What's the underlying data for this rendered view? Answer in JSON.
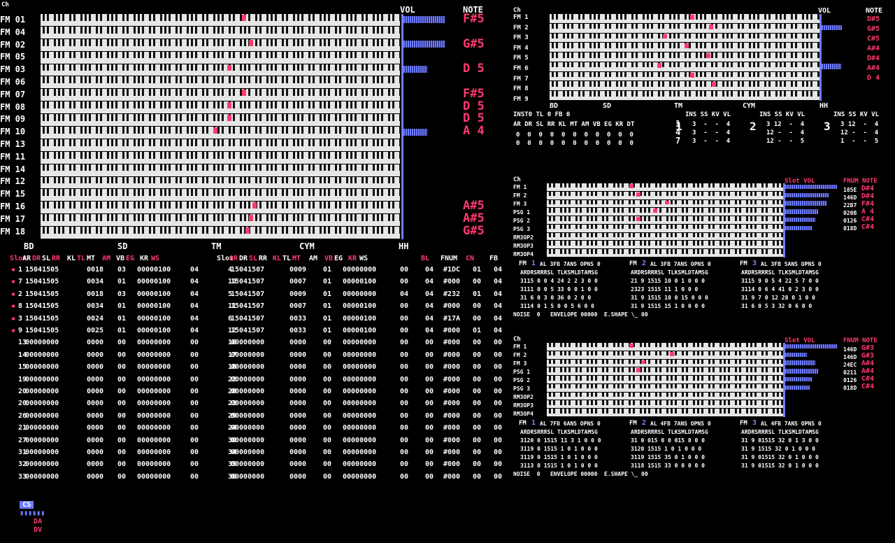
{
  "left": {
    "ch_header": "Ch",
    "channels": [
      "FM 01",
      "FM 04",
      "FM 02",
      "FM 05",
      "FM 03",
      "FM 06",
      "FM 07",
      "FM 08",
      "FM 09",
      "FM 10",
      "FM 13",
      "FM 11",
      "FM 14",
      "FM 12",
      "FM 15",
      "FM 16",
      "FM 17",
      "FM 18"
    ],
    "vol_label": "VOL",
    "note_label": "NOTE",
    "notes": [
      "F#5",
      "G#5",
      "D 5",
      "F#5",
      "D 5",
      "D 5",
      "A 4",
      "A#5",
      "A#5",
      "G#5"
    ],
    "drums": [
      "BD",
      "SD",
      "TM",
      "CYM",
      "HH"
    ],
    "col_headers": [
      "Slot",
      "AR",
      "DR",
      "SL",
      "RR",
      "KL",
      "TL",
      "MT",
      "AM",
      "VB",
      "EG",
      "KR",
      "WS",
      "Slot",
      "AR",
      "DR",
      "SL",
      "RR",
      "KL",
      "TL",
      "MT",
      "AM",
      "VB",
      "EG",
      "KR",
      "WS",
      "BL",
      "FNUM",
      "CN",
      "FB"
    ],
    "slot_rows": [
      [
        "1",
        "15041505",
        "0018",
        "03",
        "00000100",
        "04",
        "4",
        "15041507",
        "0009",
        "01",
        "00000000",
        "00",
        "04",
        "#1DC",
        "01",
        "04"
      ],
      [
        "7",
        "15041505",
        "0034",
        "01",
        "00000100",
        "04",
        "10",
        "15041507",
        "0007",
        "01",
        "00000100",
        "00",
        "04",
        "#000",
        "00",
        "04"
      ],
      [
        "2",
        "15041505",
        "0018",
        "03",
        "00000100",
        "04",
        "5",
        "15041507",
        "0009",
        "01",
        "00000000",
        "04",
        "04",
        "#232",
        "01",
        "04"
      ],
      [
        "8",
        "15041505",
        "0034",
        "01",
        "00000100",
        "04",
        "11",
        "15041507",
        "0007",
        "01",
        "00000100",
        "00",
        "04",
        "#000",
        "00",
        "04"
      ],
      [
        "3",
        "15041505",
        "0024",
        "01",
        "00000100",
        "04",
        "6",
        "15041507",
        "0033",
        "01",
        "00000100",
        "00",
        "04",
        "#17A",
        "00",
        "04"
      ],
      [
        "9",
        "15041505",
        "0025",
        "01",
        "00000100",
        "04",
        "12",
        "15041507",
        "0033",
        "01",
        "00000100",
        "00",
        "04",
        "#000",
        "01",
        "04"
      ],
      [
        "13",
        "00000000",
        "0000",
        "00",
        "00000000",
        "00",
        "16",
        "00000000",
        "0000",
        "00",
        "00000000",
        "00",
        "00",
        "#000",
        "00",
        "00"
      ],
      [
        "14",
        "00000000",
        "0000",
        "00",
        "00000000",
        "00",
        "17",
        "00000000",
        "0000",
        "00",
        "00000000",
        "00",
        "00",
        "#000",
        "00",
        "00"
      ],
      [
        "15",
        "00000000",
        "0000",
        "00",
        "00000000",
        "00",
        "18",
        "00000000",
        "0000",
        "00",
        "00000000",
        "00",
        "00",
        "#000",
        "00",
        "00"
      ],
      [
        "19",
        "00000000",
        "0000",
        "00",
        "00000000",
        "00",
        "22",
        "00000000",
        "0000",
        "00",
        "00000000",
        "00",
        "00",
        "#000",
        "00",
        "00"
      ],
      [
        "20",
        "00000000",
        "0000",
        "00",
        "00000000",
        "00",
        "28",
        "00000000",
        "0000",
        "00",
        "00000000",
        "00",
        "00",
        "#000",
        "00",
        "00"
      ],
      [
        "20",
        "00000000",
        "0000",
        "00",
        "00000000",
        "00",
        "23",
        "00000000",
        "0000",
        "00",
        "00000000",
        "00",
        "00",
        "#000",
        "00",
        "00"
      ],
      [
        "26",
        "00000000",
        "0000",
        "00",
        "00000000",
        "00",
        "29",
        "00000000",
        "0000",
        "00",
        "00000000",
        "00",
        "00",
        "#000",
        "00",
        "00"
      ],
      [
        "21",
        "00000000",
        "0000",
        "00",
        "00000000",
        "00",
        "24",
        "00000000",
        "0000",
        "00",
        "00000000",
        "00",
        "00",
        "#000",
        "00",
        "00"
      ],
      [
        "27",
        "00000000",
        "0000",
        "00",
        "00000000",
        "00",
        "30",
        "00000000",
        "0000",
        "00",
        "00000000",
        "00",
        "00",
        "#000",
        "00",
        "00"
      ],
      [
        "31",
        "00000000",
        "0000",
        "00",
        "00000000",
        "00",
        "34",
        "00000000",
        "0000",
        "00",
        "00000000",
        "00",
        "00",
        "#000",
        "00",
        "00"
      ],
      [
        "32",
        "00000000",
        "0000",
        "00",
        "00000000",
        "00",
        "35",
        "00000000",
        "0000",
        "00",
        "00000000",
        "00",
        "00",
        "#000",
        "00",
        "00"
      ],
      [
        "33",
        "00000000",
        "0000",
        "00",
        "00000000",
        "00",
        "36",
        "00000000",
        "0000",
        "00",
        "00000000",
        "00",
        "00",
        "#000",
        "00",
        "00"
      ]
    ],
    "status": [
      "CS",
      "DA",
      "DV"
    ]
  },
  "tr": {
    "ch_header": "Ch",
    "channels": [
      "FM 1",
      "FM 2",
      "FM 3",
      "FM 4",
      "FM 5",
      "FM 6",
      "FM 7",
      "FM 8",
      "FM 9"
    ],
    "vol_label": "VOL",
    "note_label": "NOTE",
    "notes": [
      "D#5",
      "G#5",
      "C#5",
      "A#4",
      "D#4",
      "A#4",
      "D 4"
    ],
    "drums": [
      "BD",
      "SD",
      "TM",
      "CYM",
      "HH"
    ],
    "inst_line": "INST0 TL 0 FB 0",
    "inst_groups": [
      {
        "head": "INS SS KV VL",
        "n": "1",
        "rows": [
          "3  -  -  4",
          "3  -  -  4",
          "3  -  -  4"
        ]
      },
      {
        "head": "INS SS KV VL",
        "n": "2",
        "rows": [
          "3 12  -  4",
          "12 -  -  4",
          "12 -  -  5"
        ]
      },
      {
        "head": "INS SS KV VL",
        "n": "3",
        "rows": [
          "3 12  -  4",
          "12 -  -  4",
          "1  -  -  5"
        ]
      }
    ],
    "param_head": "AR DR SL RR KL MT AM VB EG KR DT",
    "param_rows": [
      "0  0  0  0  0  0  0  0  0  0  0",
      "0  0  0  0  0  0  0  0  0  0  0"
    ],
    "side_nums": [
      "1",
      "4",
      "7"
    ]
  },
  "mr1": {
    "ch_header": "Ch",
    "channels": [
      "FM 1",
      "FM 2",
      "FM 3",
      "PSG 1",
      "PSG 2",
      "PSG 3",
      "RM3OP2",
      "RM3OP3",
      "RM3OP4"
    ],
    "slot_vol": "Slot VOL",
    "fnum_note": "FNUM NOTE",
    "fnums": [
      "185E",
      "146D",
      "22B7",
      "020B",
      "0126",
      "018D"
    ],
    "notes": [
      "D#4",
      "D#4",
      "F#4",
      "A 4",
      "C#4",
      "C#4"
    ],
    "fm_heads": [
      {
        "n": "1",
        "txt": "AL 3FB 7ANS OPNS 0"
      },
      {
        "n": "2",
        "txt": "AL 3FB 7ANS OPNS 0"
      },
      {
        "n": "3",
        "txt": "AL 3FB 5ANS OPNS 0"
      }
    ],
    "sub_head": "ARDRSRRRSL TLKSMLDTAMSG",
    "block_a": [
      "3115 0 0 4 24 2 2 3 0 0",
      "3111 0 0 5 33 0 0 1 0 0",
      "31 6 0 3 0 36 0 2 0 0",
      "3114 0 1 5 0 0 5 6 0 0"
    ],
    "block_b": [
      "21 9 1515 10 0 1 0 0 0",
      "2323 1515 11 1 0 0 0",
      "31 9 1515 10 0 15 0 0 0",
      "31 9 1515 15 1 0 0 0 0"
    ],
    "block_c": [
      "3115 9 0 5 4 22 5 7 0 0",
      "3114 0 6 4 41 0 2 3 0 0",
      "31 9 7 0 12 28 0 1 0 0",
      "31 6 0 5 3 32 0 6 0 0"
    ],
    "noise": "NOISE  0   ENVELOPE 00000  E.SHAPE \\_ 00"
  },
  "mr2": {
    "ch_header": "Ch",
    "channels": [
      "FM 1",
      "FM 2",
      "FM 3",
      "PSG 1",
      "PSG 2",
      "PSG 3",
      "RM3OP2",
      "RM3OP3",
      "RM3OP4"
    ],
    "slot_vol": "Slot VOL",
    "fnum_note": "FNUM NOTE",
    "fnums": [
      "146D",
      "146D",
      "24EC",
      "0211",
      "0126",
      "018D"
    ],
    "notes": [
      "G#3",
      "G#3",
      "A#4",
      "A#4",
      "C#4",
      "C#4"
    ],
    "fm_heads": [
      {
        "n": "1",
        "txt": "AL 7FB 6ANS OPNS 0"
      },
      {
        "n": "2",
        "txt": "AL 4FB 7ANS OPNS 0"
      },
      {
        "n": "3",
        "txt": "AL 4FB 7ANS OPNS 0"
      }
    ],
    "sub_head": "ARDRSRRRSL TLKSMLDTAMSG",
    "block_a": [
      "3120 0 1515 11 3 1 0 0 0",
      "3119 0 1515 1 0 1 0 0 0",
      "3119 0 1515 1 0 1 0 0 0",
      "3113 0 1515 1 0 1 0 0 0"
    ],
    "block_b": [
      "31 0 015 0 0 015 0 0 0",
      "3120 1515 1 0 1 0 0 0",
      "3119 1515 35 0 1 0 0 0",
      "3118 1515 33 0 0 0 0 0"
    ],
    "block_c": [
      "31 9 01515 32 0 1 3 0 0",
      "31 9 1515 32 0 1 0 0 0",
      "31 9 01515 32 0 1 0 0 0",
      "31 9 01515 32 0 1 0 0 0"
    ],
    "noise": "NOISE  0   ENVELOPE 00000  E.SHAPE \\_ 00"
  },
  "colors": {
    "accent": "#ff3a6e",
    "blue": "#6f7dff",
    "key_white": "#e6e6e6",
    "background": "#000000"
  },
  "pressed_keys": {
    "left": [
      {
        "row": 0,
        "key": 0.56
      },
      {
        "row": 2,
        "key": 0.58
      },
      {
        "row": 4,
        "key": 0.52
      },
      {
        "row": 6,
        "key": 0.56
      },
      {
        "row": 7,
        "key": 0.52
      },
      {
        "row": 8,
        "key": 0.52
      },
      {
        "row": 9,
        "key": 0.48
      },
      {
        "row": 15,
        "key": 0.59
      },
      {
        "row": 16,
        "key": 0.58
      },
      {
        "row": 17,
        "key": 0.57
      }
    ],
    "tr": [
      {
        "row": 0,
        "key": 0.52
      },
      {
        "row": 1,
        "key": 0.59
      },
      {
        "row": 2,
        "key": 0.42
      },
      {
        "row": 3,
        "key": 0.5
      },
      {
        "row": 4,
        "key": 0.58
      },
      {
        "row": 5,
        "key": 0.4
      },
      {
        "row": 6,
        "key": 0.52
      },
      {
        "row": 7,
        "key": 0.6
      }
    ],
    "mr1": [
      {
        "row": 0,
        "key": 0.35
      },
      {
        "row": 1,
        "key": 0.38
      },
      {
        "row": 2,
        "key": 0.5
      },
      {
        "row": 3,
        "key": 0.45
      },
      {
        "row": 4,
        "key": 0.38
      }
    ],
    "mr2": [
      {
        "row": 0,
        "key": 0.35
      },
      {
        "row": 1,
        "key": 0.52
      },
      {
        "row": 2,
        "key": 0.4
      },
      {
        "row": 3,
        "key": 0.38
      }
    ]
  },
  "volumes": {
    "left": [
      0.95,
      0,
      0.95,
      0,
      0.55,
      0,
      0,
      0,
      0,
      0.55,
      0,
      0,
      0,
      0,
      0,
      0,
      0,
      0
    ],
    "tr": [
      0,
      0.65,
      0,
      0,
      0,
      0.62,
      0,
      0,
      0
    ],
    "mr1": [
      0.95,
      0.8,
      0.75,
      0.6,
      0.55,
      0.5,
      0,
      0,
      0
    ],
    "mr2": [
      0.95,
      0.4,
      0.55,
      0.6,
      0.5,
      0.45,
      0,
      0,
      0
    ]
  }
}
